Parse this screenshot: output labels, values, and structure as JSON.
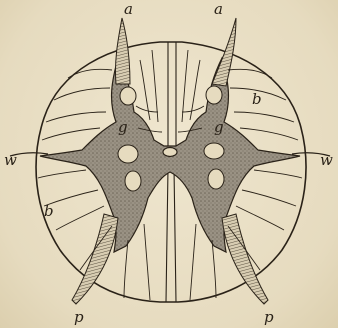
{
  "figure": {
    "labels": {
      "a_left": "a",
      "a_right": "a",
      "b_left": "b",
      "b_right": "b",
      "g_left": "g",
      "g_right": "g",
      "w_left": "w",
      "w_right": "w",
      "p_left": "p",
      "p_right": "p"
    }
  },
  "colors": {
    "paper": "#e9dfc6",
    "ink": "#2a2218",
    "grey_matter": "#8d8577"
  }
}
